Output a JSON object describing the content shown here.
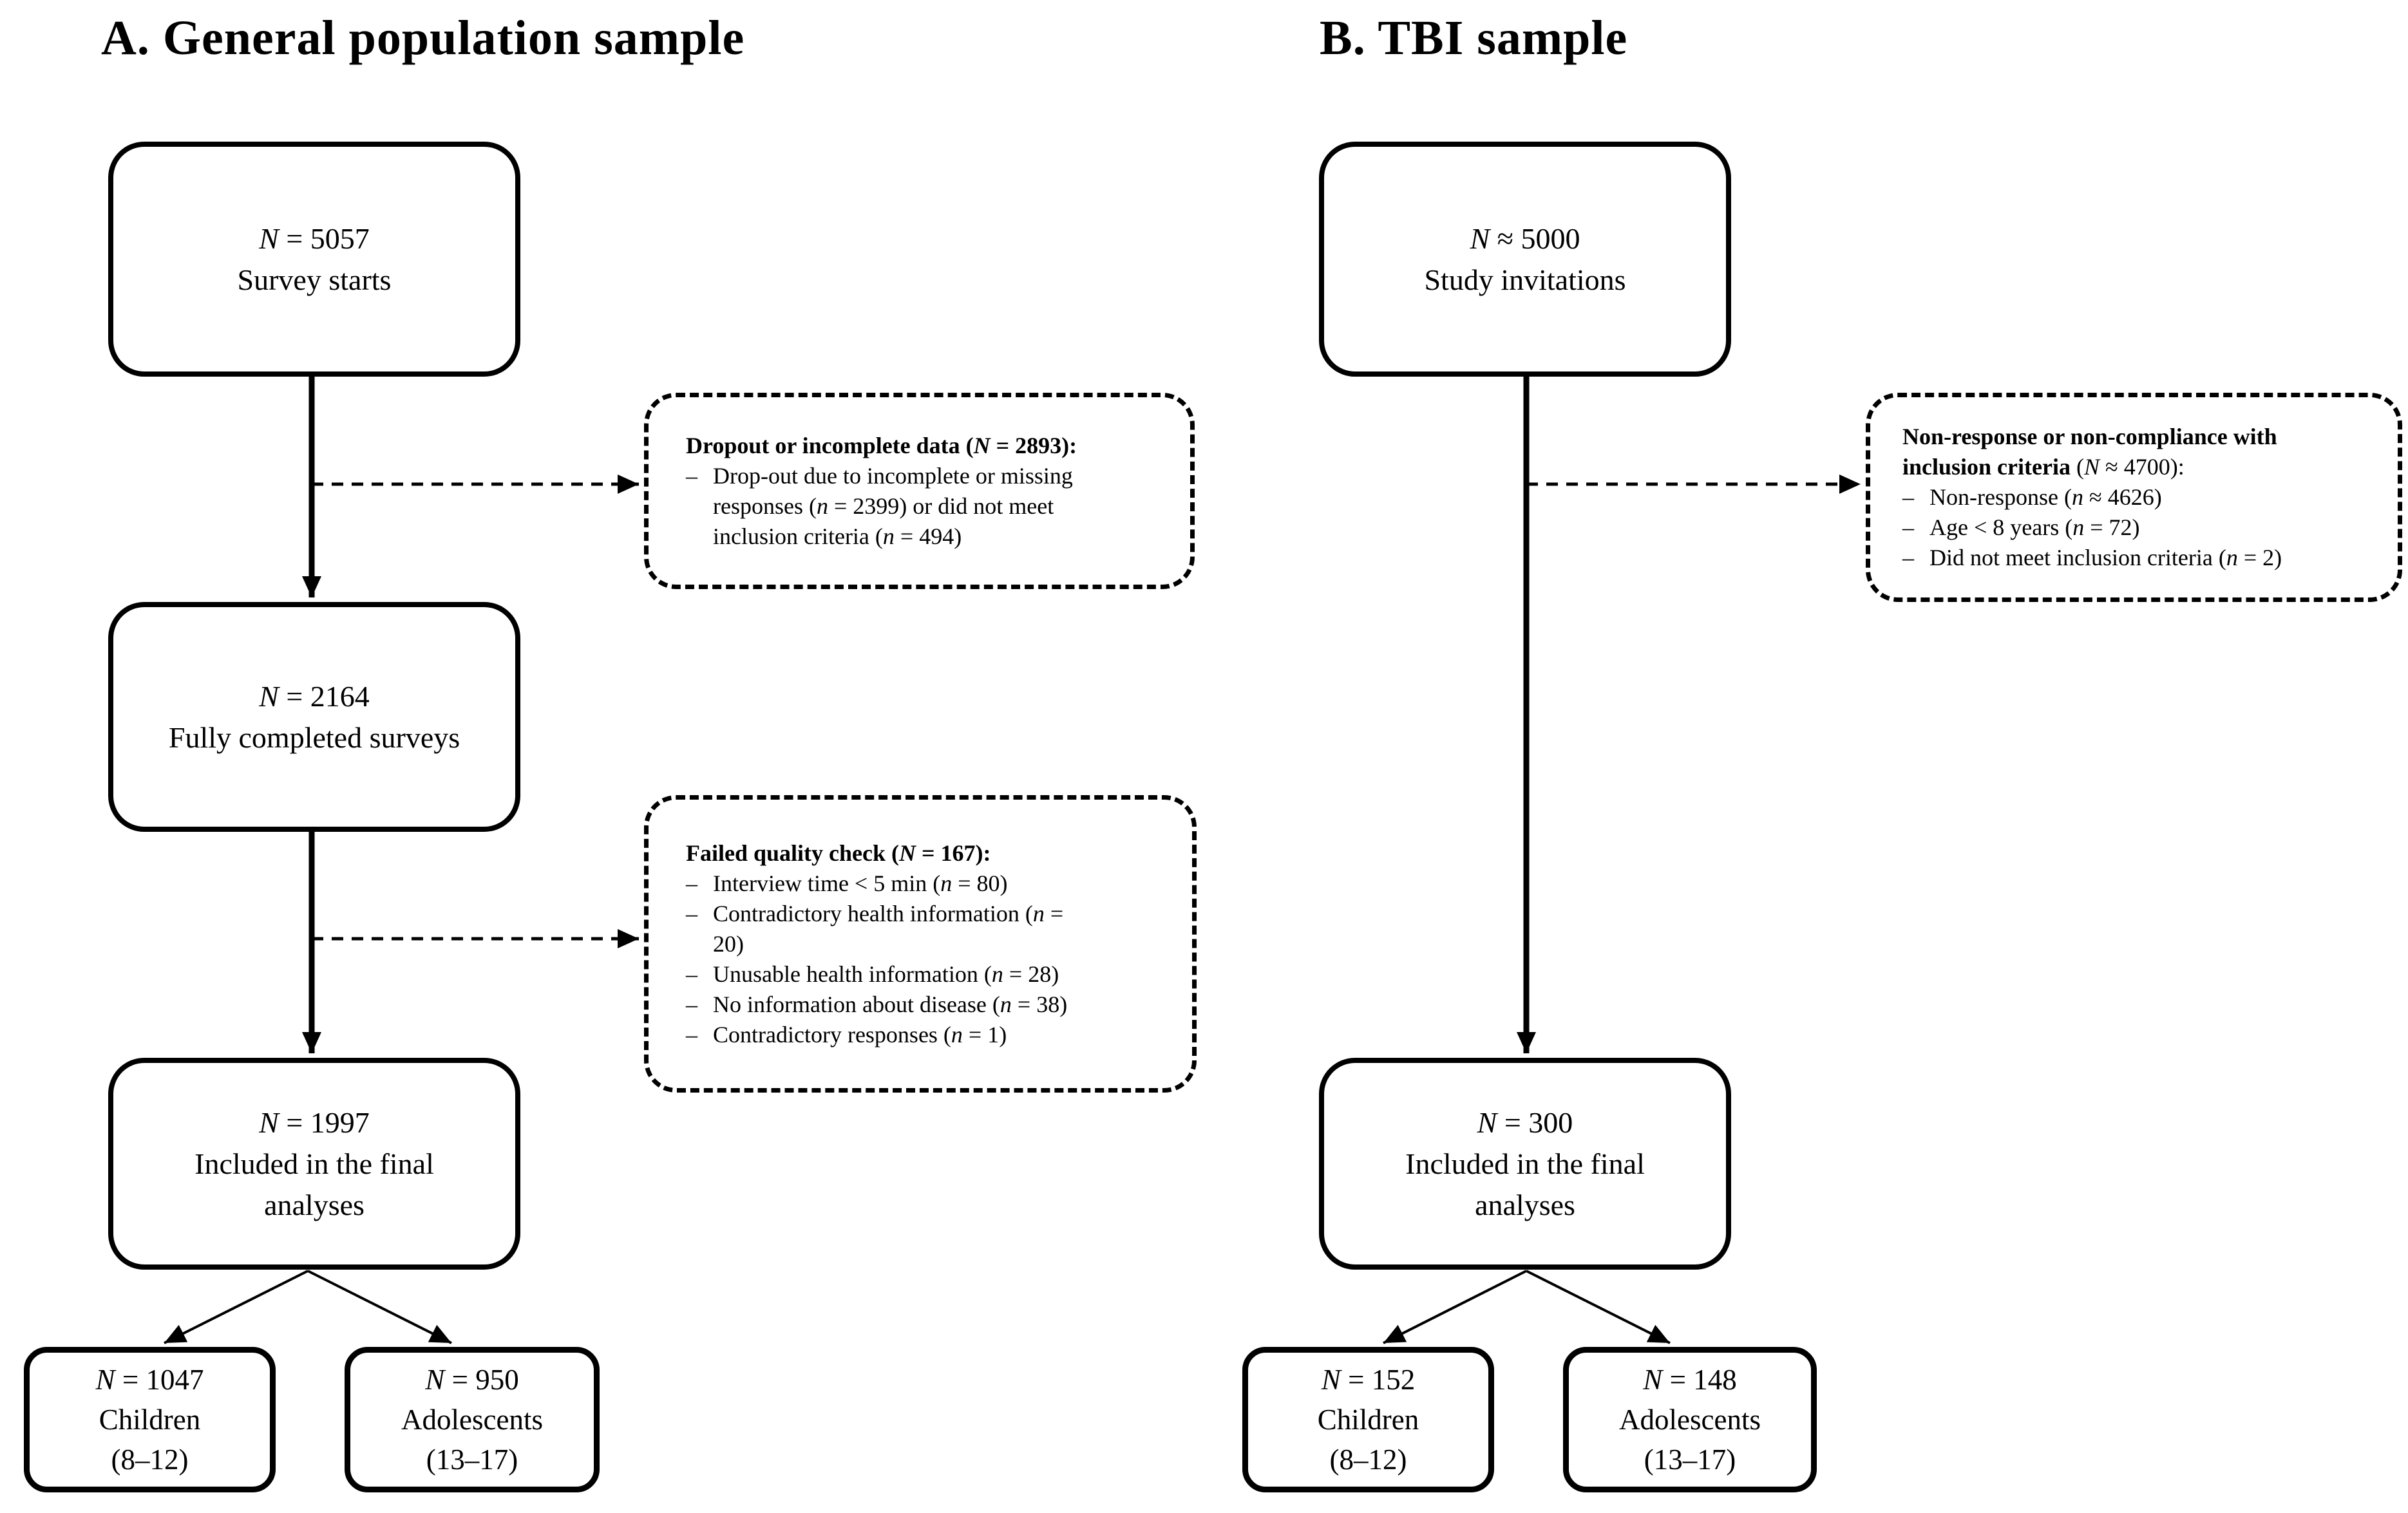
{
  "colors": {
    "ink": "#000000",
    "paper": "#ffffff"
  },
  "bullet_marker": "–",
  "panels": [
    {
      "label": "A",
      "title": "A. General population sample",
      "boxes": [
        {
          "name": "survey-starts",
          "lines": [
            "<i>N</i> = 5057",
            "Survey starts"
          ]
        },
        {
          "name": "fully-completed",
          "lines": [
            "<i>N</i> = 2164",
            "Fully completed surveys"
          ]
        },
        {
          "name": "included-final",
          "lines": [
            "<i>N</i> = 1997",
            "Included in the final",
            "analyses"
          ]
        },
        {
          "name": "children",
          "lines": [
            "<i>N</i> = 1047",
            "Children",
            "(8–12)"
          ]
        },
        {
          "name": "adolescents",
          "lines": [
            "<i>N</i> = 950",
            "Adolescents",
            "(13–17)"
          ]
        }
      ],
      "exclusions": [
        {
          "title": "<b>Dropout or incomplete data (<i>N</i> = 2893):</b>",
          "bullets": [
            "Drop-out due to incomplete or missing<br>responses (<i>n</i> = 2399) or did not meet<br>inclusion criteria (<i>n</i> = 494)"
          ]
        },
        {
          "title": "<b>Failed quality check (<i>N</i> = 167):</b>",
          "bullets": [
            "Interview time &lt; 5 min (<i>n</i> = 80)",
            "Contradictory health information  (<i>n</i> =<br>20)",
            "Unusable health information (<i>n</i> = 28)",
            "No information about disease (<i>n</i> = 38)",
            "Contradictory responses (<i>n</i> = 1)"
          ]
        }
      ]
    },
    {
      "label": "B",
      "title": "B. TBI sample",
      "boxes": [
        {
          "name": "study-invitations",
          "lines": [
            "<i>N</i> ≈ 5000",
            "Study invitations"
          ]
        },
        {
          "name": "included-final",
          "lines": [
            "<i>N</i> = 300",
            "Included in the final",
            "analyses"
          ]
        },
        {
          "name": "children",
          "lines": [
            "<i>N</i> = 152",
            "Children",
            "(8–12)"
          ]
        },
        {
          "name": "adolescents",
          "lines": [
            "<i>N</i> = 148",
            "Adolescents",
            "(13–17)"
          ]
        }
      ],
      "exclusions": [
        {
          "title": "<b>Non-response or non-compliance with<br>inclusion criteria</b> (<i>N</i> ≈ 4700):",
          "bullets": [
            "Non-response (<i>n</i> ≈ 4626)",
            "Age &lt; 8 years (<i>n</i> = 72)",
            "Did not meet inclusion criteria (<i>n</i> = 2)"
          ]
        }
      ]
    }
  ]
}
